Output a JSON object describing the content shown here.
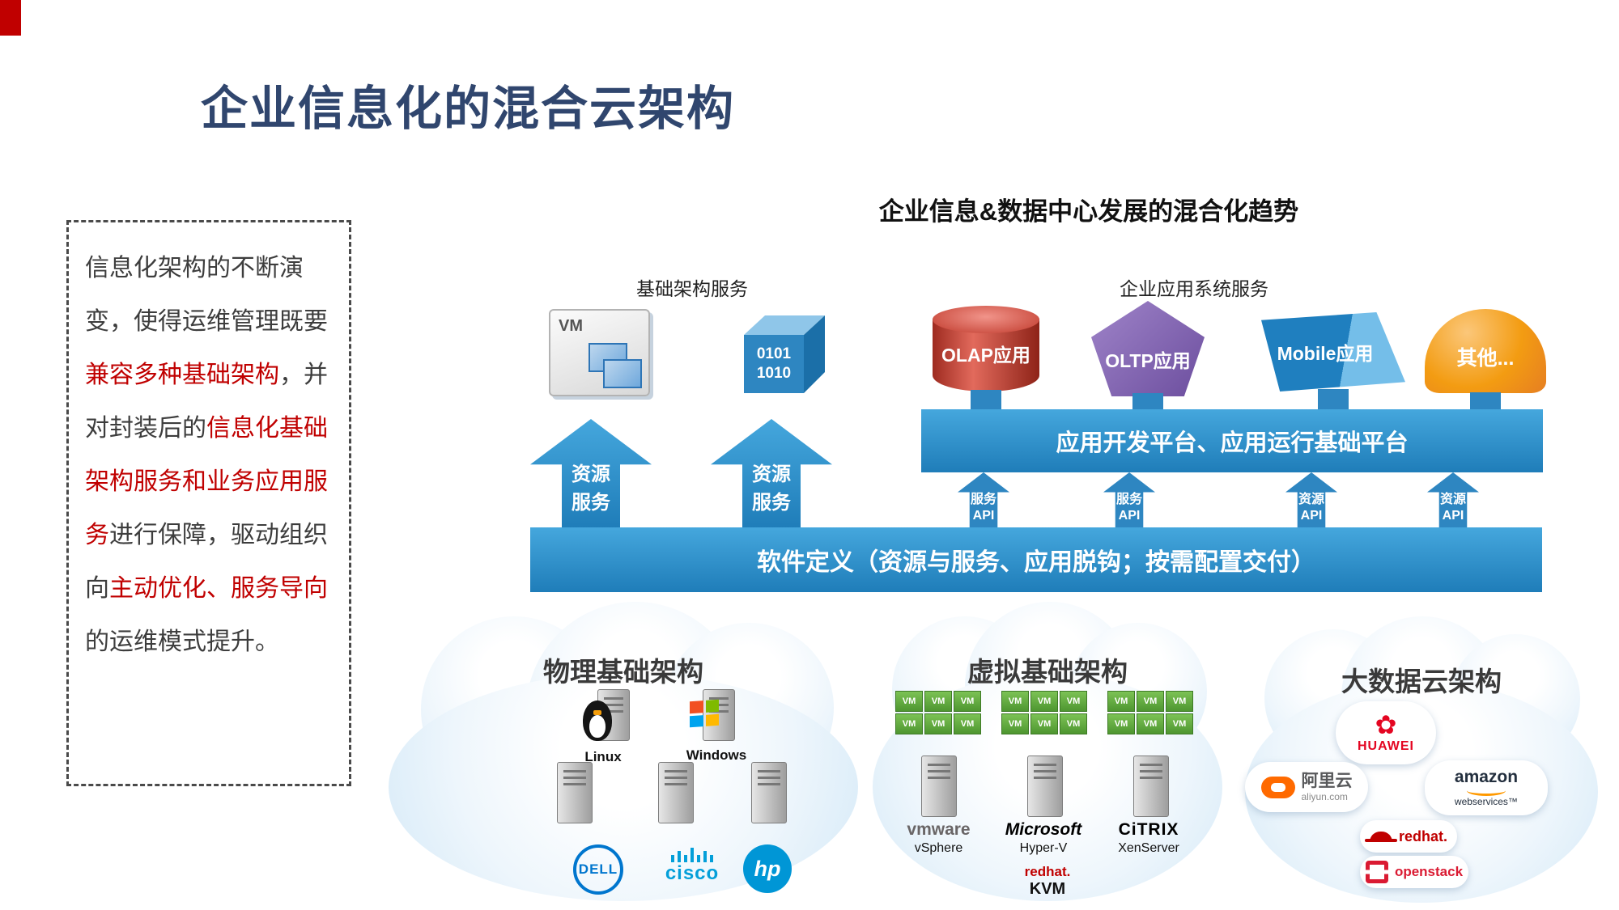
{
  "title": "企业信息化的混合云架构",
  "note": {
    "segments": [
      {
        "text": "信息化架构的不断演变，使得运维管理既要",
        "style": "normal"
      },
      {
        "text": "兼容多种基础架构",
        "style": "red"
      },
      {
        "text": "，并对封装后的",
        "style": "normal"
      },
      {
        "text": "信息化基础架构服务和业务应用服务",
        "style": "red"
      },
      {
        "text": "进行保障，驱动组织向",
        "style": "normal"
      },
      {
        "text": "主动优化、服务导向",
        "style": "red"
      },
      {
        "text": "的运维模式提升。",
        "style": "normal"
      }
    ]
  },
  "diagram": {
    "subtitle": "企业信息&数据中心发展的混合化趋势",
    "infra_label": "基础架构服务",
    "app_label": "企业应用系统服务",
    "vm_icon_label": "VM",
    "cube_line1": "0101",
    "cube_line2": "1010",
    "olap_label": "OLAP应用",
    "oltp_label": "OLTP应用",
    "mobile_label": "Mobile应用",
    "other_label": "其他...",
    "resource_arrow_line1": "资源",
    "resource_arrow_line2": "服务",
    "platform_bar": "应用开发平台、应用运行基础平台",
    "api_arrows": [
      {
        "line1": "服务",
        "line2": "API"
      },
      {
        "line1": "服务",
        "line2": "API"
      },
      {
        "line1": "资源",
        "line2": "API"
      },
      {
        "line1": "资源",
        "line2": "API"
      }
    ],
    "software_bar": "软件定义（资源与服务、应用脱钩；按需配置交付）"
  },
  "clouds": {
    "physical": {
      "title": "物理基础架构",
      "linux_label": "Linux",
      "windows_label": "Windows",
      "dell": "DELL",
      "cisco": "cisco",
      "hp": "hp"
    },
    "virtual": {
      "title": "虚拟基础架构",
      "vm_cell": "VM",
      "vmware_line1": "vmware",
      "vmware_line2": "vSphere",
      "ms_line1": "Microsoft",
      "ms_line2": "Hyper-V",
      "citrix_line1": "CiTRIX",
      "citrix_line2": "XenServer",
      "redhat": "redhat.",
      "kvm": "KVM"
    },
    "bigdata": {
      "title": "大数据云架构",
      "aliyun_name": "阿里云",
      "aliyun_domain": "aliyun.com",
      "huawei": "HUAWEI",
      "amazon_line1": "amazon",
      "amazon_line2": "webservices™",
      "redhat": "redhat.",
      "openstack": "openstack"
    }
  },
  "colors": {
    "accent_blue": "#2E9BD5",
    "title_navy": "#30466E",
    "note_red": "#C00000",
    "olap_red": "#C0392B",
    "oltp_purple": "#7D5BA6",
    "other_orange": "#F39C12",
    "vm_green": "#5BA839"
  }
}
